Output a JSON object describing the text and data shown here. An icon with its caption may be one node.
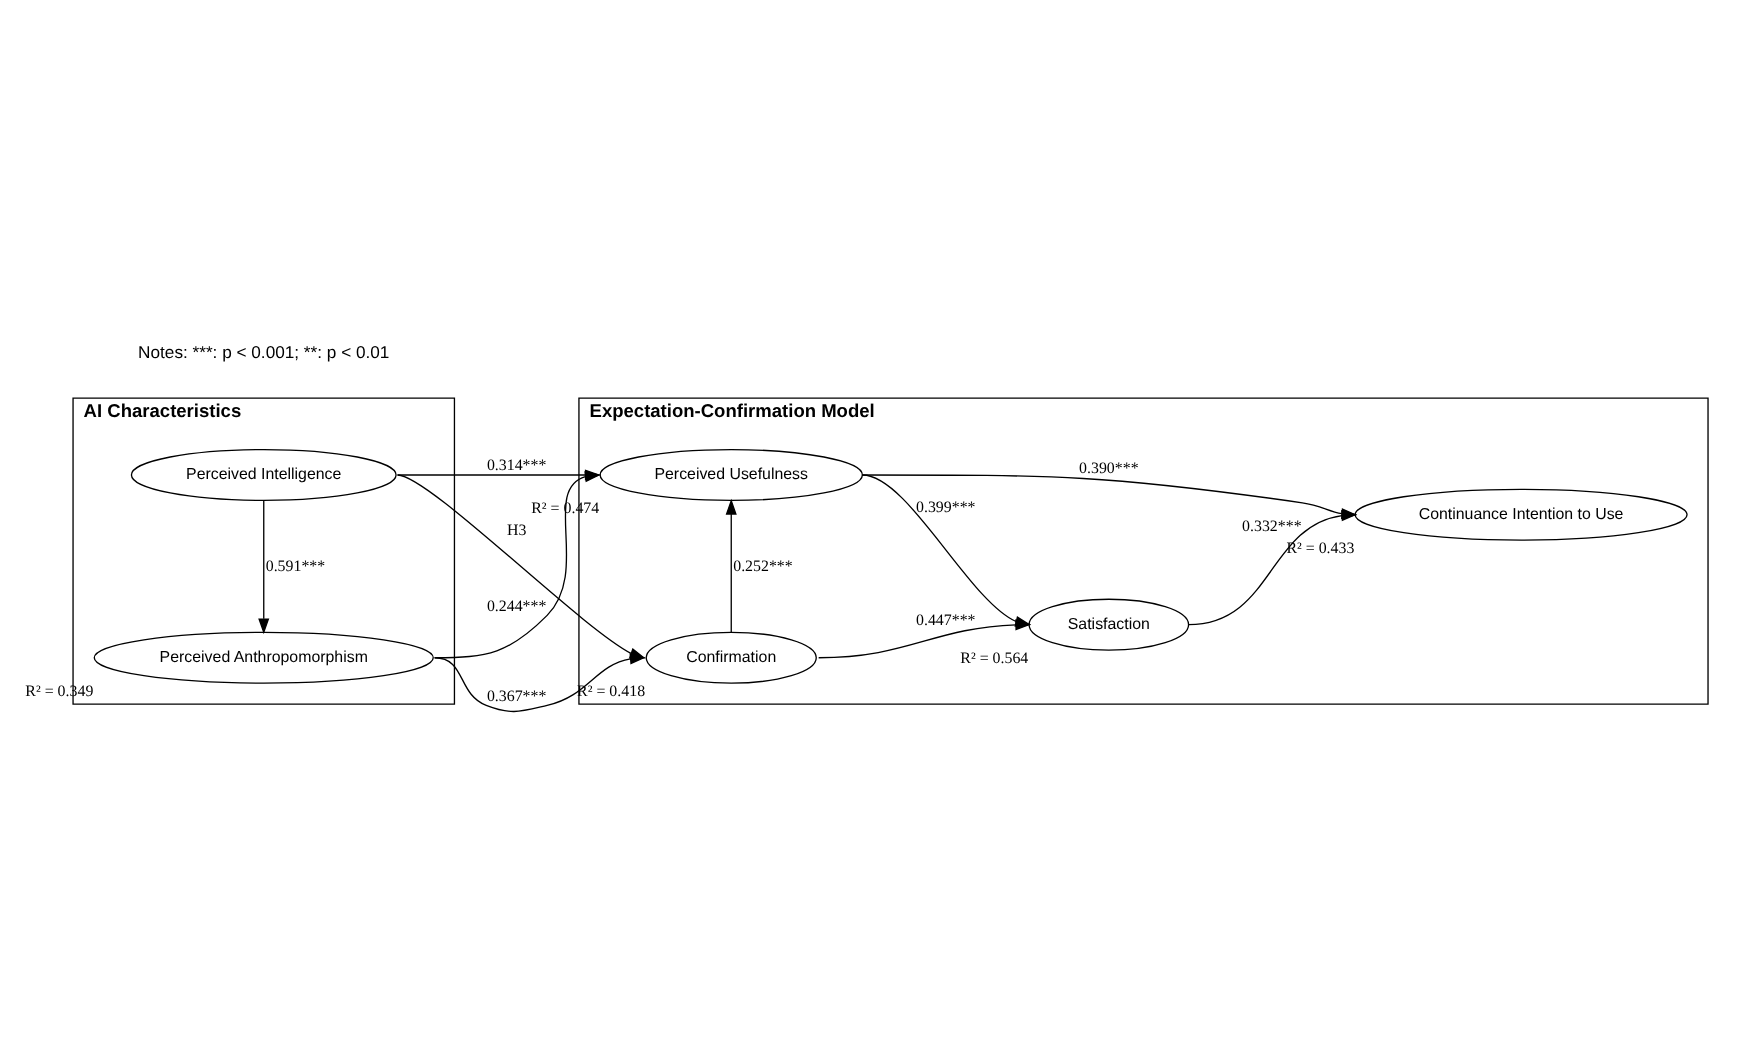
{
  "diagram": {
    "nodes": [
      {
        "text": [
          "AI Characteristics"
        ]
      },
      {
        "text": [
          "Perceived Intelligence"
        ],
        "in": 0
      },
      {
        "text": [
          "Perceived Anthropomorphism"
        ],
        "in": 0,
        "beside": [
          "R² = 0.349"
        ]
      },
      {
        "text": [
          "Expectation-Confirmation Model"
        ]
      },
      {
        "text": [
          "Perceived Usefulness"
        ],
        "in": 3,
        "beside": [
          "R² = 0.474"
        ]
      },
      {
        "text": [
          "Confirmation"
        ],
        "in": 3,
        "beside": [
          "R² = 0.418"
        ]
      },
      {
        "text": [
          "Satisfaction"
        ],
        "in": 3,
        "beside": [
          "R² = 0.564"
        ]
      },
      {
        "text": [
          "Continuance Intention to Use"
        ],
        "in": 3,
        "beside": [
          "R² = 0.433"
        ]
      }
    ],
    "edges": [
      {
        "from": 1,
        "to": 4,
        "arrow": "to",
        "label": "0.314***"
      },
      {
        "from": 1,
        "to": 2,
        "arrow": "to",
        "label": "0.591***"
      },
      {
        "from": 1,
        "to": 5,
        "arrow": "to",
        "label": "H3"
      },
      {
        "from": 2,
        "to": 4,
        "arrow": "to",
        "label": "0.244***"
      },
      {
        "from": 2,
        "to": 5,
        "arrow": "to",
        "label": "0.367***"
      },
      {
        "from": 5,
        "to": 4,
        "arrow": "to",
        "label": "0.252***"
      },
      {
        "from": 4,
        "to": 6,
        "arrow": "to",
        "label": "0.399***"
      },
      {
        "from": 4,
        "to": 7,
        "arrow": "to",
        "label": "0.390***"
      },
      {
        "from": 5,
        "to": 6,
        "arrow": "to",
        "label": "0.447***"
      },
      {
        "from": 6,
        "to": 7,
        "arrow": "to",
        "label": "0.332***"
      }
    ],
    "labels": [
      "Notes: ***: p < 0.001; **: p < 0.01"
    ]
  }
}
